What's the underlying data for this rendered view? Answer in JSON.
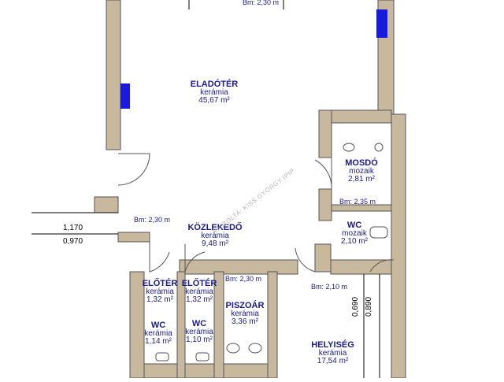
{
  "rooms": {
    "eladoter": {
      "title": "ELADÓTÉR",
      "material": "kerámia",
      "area": "45,67 m²"
    },
    "mosdo": {
      "title": "MOSDÓ",
      "material": "mozaik",
      "area": "2,81 m²"
    },
    "wc_right": {
      "title": "WC",
      "material": "mozaik",
      "area": "2,10 m²"
    },
    "kozlekedo": {
      "title": "KÖZLEKEDŐ",
      "material": "kerámia",
      "area": "9,48 m²"
    },
    "eloter1": {
      "title": "ELŐTÉR",
      "material": "kerámia",
      "area": "1,32 m²"
    },
    "eloter2": {
      "title": "ELŐTÉR",
      "material": "kerámia",
      "area": "1,32 m²"
    },
    "piszoar": {
      "title": "PISZOÁR",
      "material": "kerámia",
      "area": "3,36 m²"
    },
    "wc1": {
      "title": "WC",
      "material": "kerámia",
      "area": "1,14 m²"
    },
    "wc2": {
      "title": "WC",
      "material": "kerámia",
      "area": "1,10 m²"
    },
    "helyiseg": {
      "title": "HELYISÉG",
      "material": "kerámia",
      "area": "17,54 m²"
    }
  },
  "heights": {
    "top": "Bm: 2,30 m",
    "mosdo": "Bm: 2,35 m",
    "kozlekedo": "Bm: 2,30 m",
    "piszoar": "Bm: 2,30 m",
    "helyiseg": "Bm: 2,10 m"
  },
  "dimensions": {
    "left_upper": "1,170",
    "left_lower": "0,970",
    "vert_a": "0,690",
    "vert_b": "0,890"
  },
  "watermark": "RAJZOLTA: KISS GYÖRGY IPIP",
  "colors": {
    "wall": "#c8b89e",
    "wall_edge": "#555555",
    "label": "#1a1a8c",
    "column": "#1a1adc"
  }
}
